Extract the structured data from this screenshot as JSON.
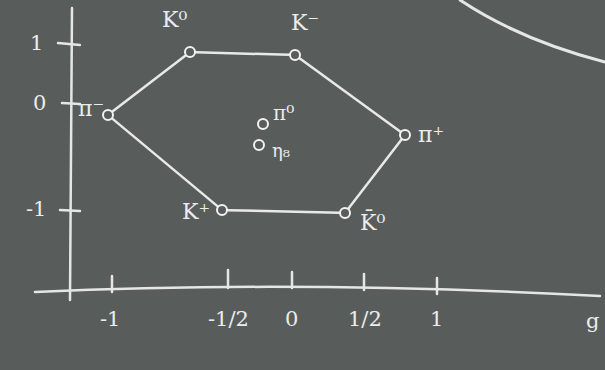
{
  "diagram": {
    "nodes": [
      {
        "text": [
          "K⁰"
        ]
      },
      {
        "text": [
          "K⁻"
        ]
      },
      {
        "text": [
          "π⁻"
        ]
      },
      {
        "text": [
          "π⁰"
        ]
      },
      {
        "text": [
          "η₈"
        ]
      },
      {
        "text": [
          "π⁺"
        ]
      },
      {
        "text": [
          "K⁺"
        ]
      },
      {
        "text": [
          "K̄⁰"
        ]
      }
    ],
    "edges": [
      {
        "from": 0,
        "to": 1,
        "arrow": "none"
      },
      {
        "from": 1,
        "to": 5,
        "arrow": "none"
      },
      {
        "from": 5,
        "to": 7,
        "arrow": "none"
      },
      {
        "from": 7,
        "to": 6,
        "arrow": "none"
      },
      {
        "from": 6,
        "to": 2,
        "arrow": "none"
      },
      {
        "from": 2,
        "to": 0,
        "arrow": "none"
      }
    ],
    "labels": [
      "1",
      "0",
      "-1",
      "-1",
      "-1/2",
      "0",
      "1/2",
      "1",
      "g"
    ]
  }
}
